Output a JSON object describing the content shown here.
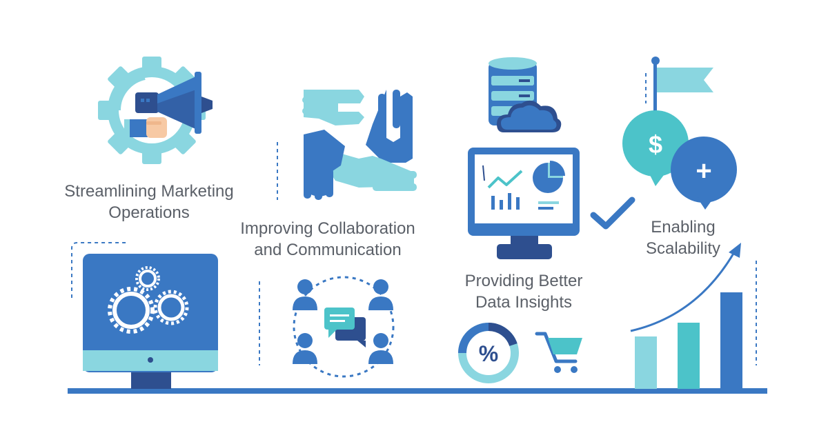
{
  "labels": {
    "marketing": {
      "line1": "Streamlining Marketing",
      "line2": "Operations"
    },
    "collaboration": {
      "line1": "Improving Collaboration",
      "line2": "and Communication"
    },
    "insights": {
      "line1": "Providing Better",
      "line2": "Data Insights"
    },
    "scalability": {
      "line1": "Enabling",
      "line2": "Scalability"
    }
  },
  "icons": {
    "dollar_symbol": "$",
    "plus_symbol": "+",
    "percent_symbol": "%"
  },
  "colors": {
    "dark_blue": "#2e4f8f",
    "mid_blue": "#3a78c3",
    "light_blue": "#8ad6e0",
    "teal": "#4cc3c9",
    "text_gray": "#5b6068"
  }
}
